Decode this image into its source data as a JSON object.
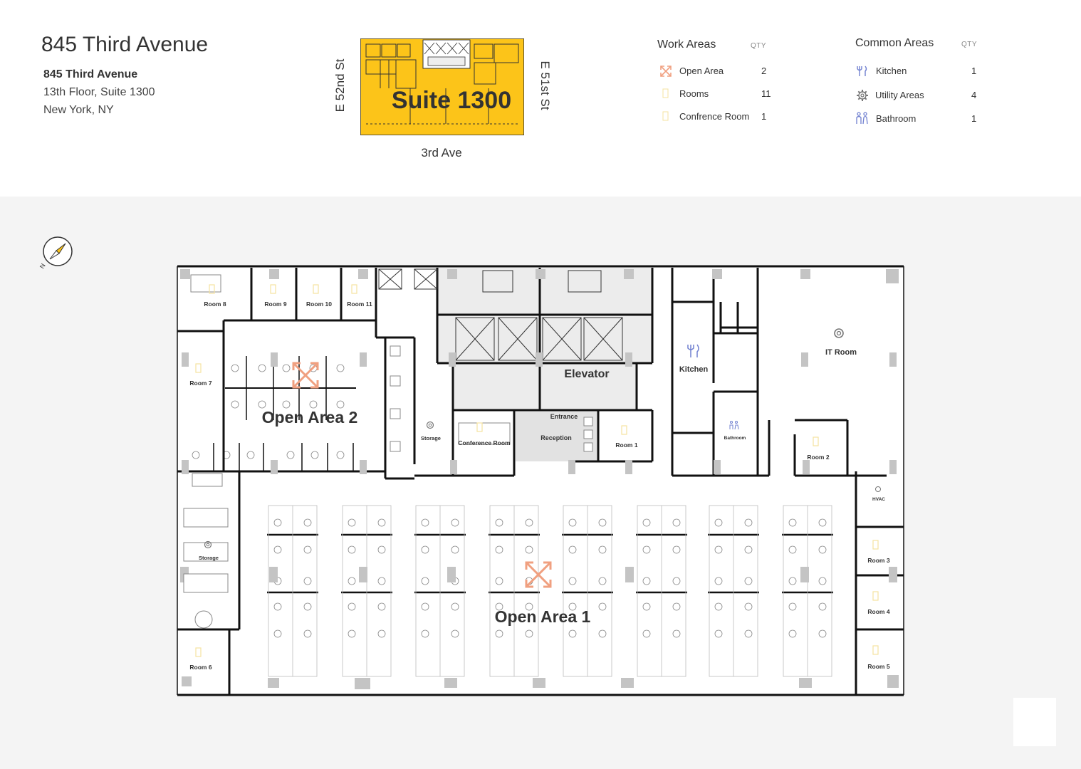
{
  "header": {
    "title": "845 Third Avenue",
    "address_line1": "845 Third Avenue",
    "address_line2": "13th Floor, Suite 1300",
    "address_line3": "New York, NY"
  },
  "locator": {
    "suite_label": "Suite 1300",
    "street_left": "E 52nd St",
    "street_right": "E 51st St",
    "street_bottom": "3rd Ave",
    "highlight_color": "#fcc419"
  },
  "legend": {
    "work_areas": {
      "heading": "Work Areas",
      "qty_heading": "QTY",
      "items": [
        {
          "label": "Open Area",
          "qty": "2",
          "icon": "expand-arrows-icon"
        },
        {
          "label": "Rooms",
          "qty": "11",
          "icon": "room-icon"
        },
        {
          "label": "Confrence Room",
          "qty": "1",
          "icon": "room-icon"
        }
      ]
    },
    "common_areas": {
      "heading": "Common Areas",
      "qty_heading": "QTY",
      "items": [
        {
          "label": "Kitchen",
          "qty": "1",
          "icon": "fork-knife-icon"
        },
        {
          "label": "Utility Areas",
          "qty": "4",
          "icon": "gear-icon"
        },
        {
          "label": "Bathroom",
          "qty": "1",
          "icon": "people-icon"
        }
      ]
    }
  },
  "compass": {
    "label": "N"
  },
  "plan": {
    "open_area_1": "Open Area 1",
    "open_area_2": "Open Area 2",
    "elevator": "Elevator",
    "kitchen": "Kitchen",
    "it_room": "IT Room",
    "entrance": "Entrance",
    "reception": "Reception",
    "conference_room": "Conference Room",
    "storage_upper": "Storage",
    "storage_lower": "Storage",
    "bathroom": "Bathroom",
    "hvac": "HVAC",
    "rooms": {
      "room1": "Room 1",
      "room2": "Room 2",
      "room3": "Room 3",
      "room4": "Room 4",
      "room5": "Room 5",
      "room6": "Room 6",
      "room7": "Room 7",
      "room8": "Room 8",
      "room9": "Room 9",
      "room10": "Room 10",
      "room11": "Room 11"
    }
  },
  "colors": {
    "open_area_icon": "#f0a080",
    "room_icon": "#f5e3a0",
    "common_icon": "#7080d0",
    "wall": "#111111",
    "column": "#c4c4c4"
  }
}
